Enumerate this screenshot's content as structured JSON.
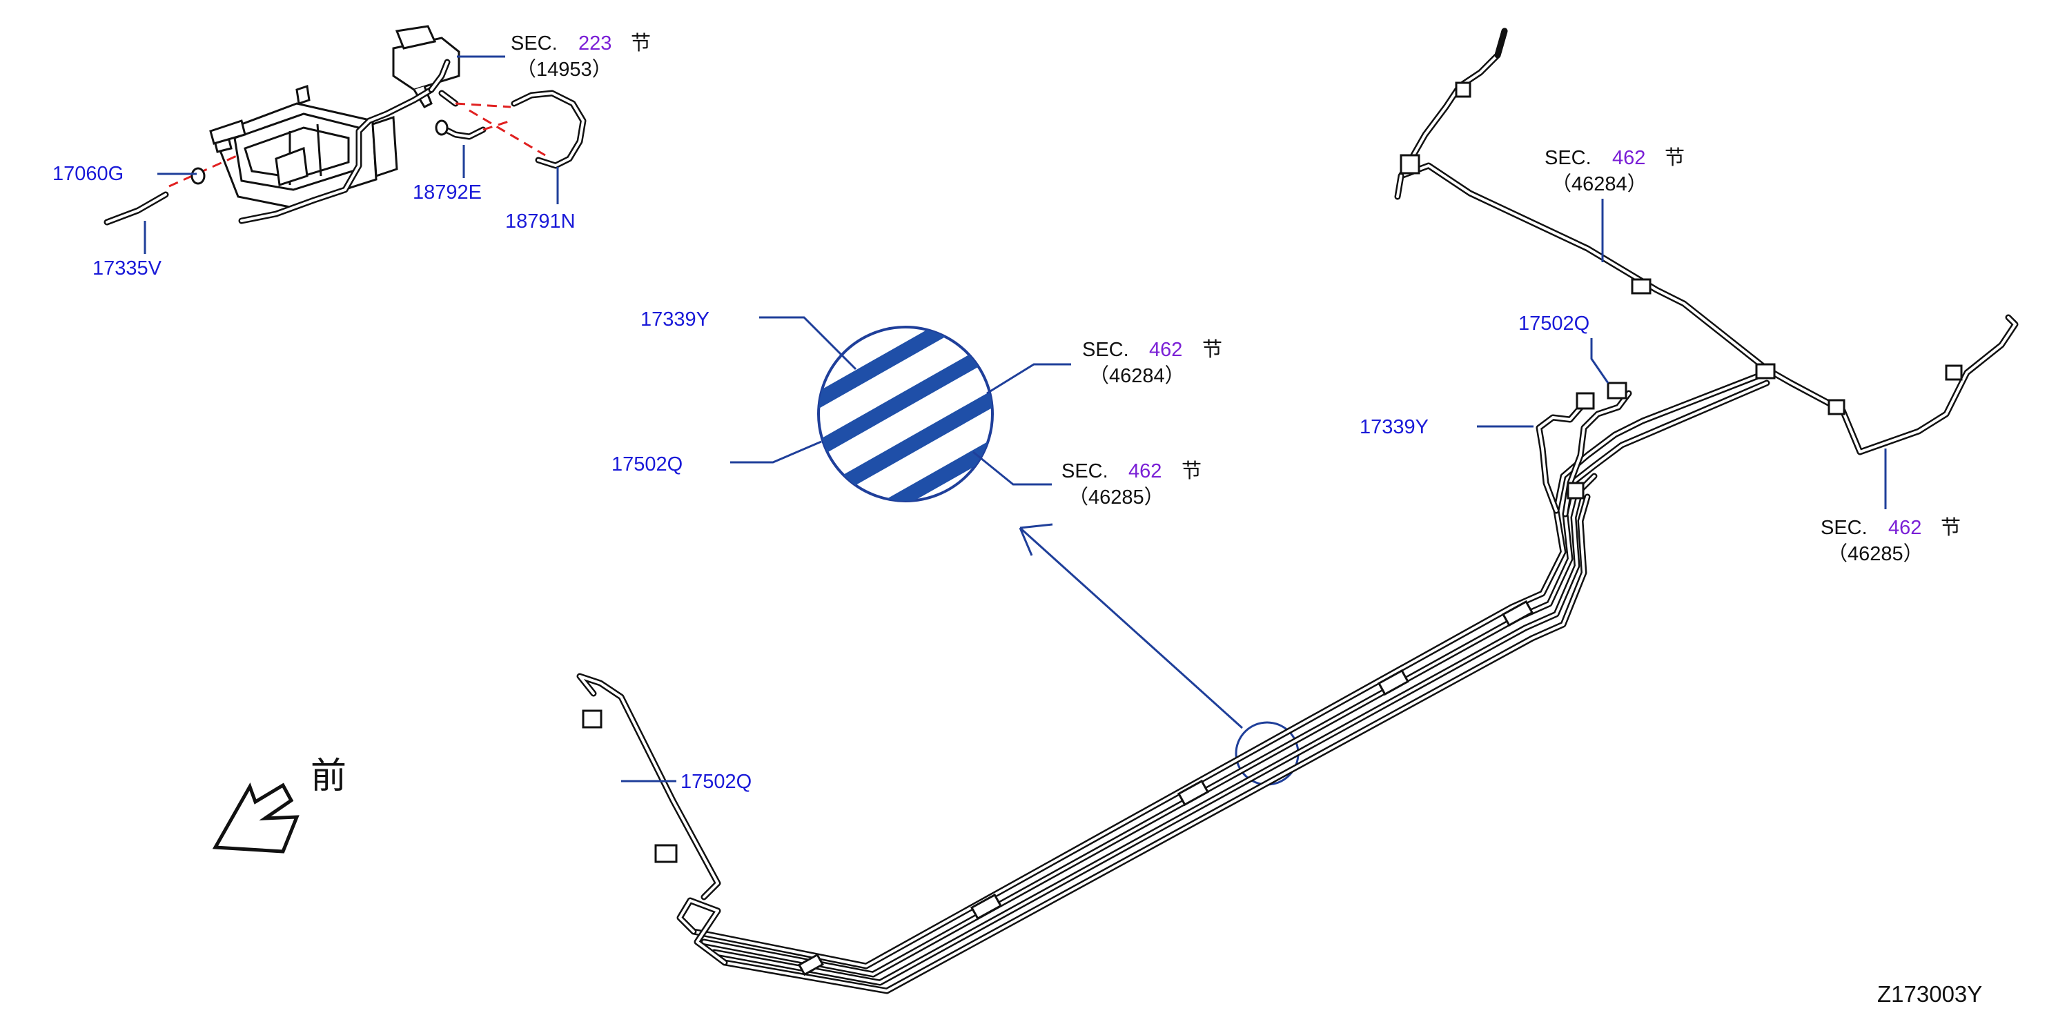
{
  "labels": {
    "p17060G": "17060G",
    "p17335V": "17335V",
    "p18792E": "18792E",
    "p18791N": "18791N",
    "p17339Y_detail": "17339Y",
    "p17502Q_detail": "17502Q",
    "p17502Q_right": "17502Q",
    "p17339Y_right": "17339Y",
    "p17502Q_left": "17502Q"
  },
  "sections": {
    "sec223": {
      "prefix": "SEC.",
      "num": "223",
      "char": "节",
      "ref": "（14953）"
    },
    "sec462_a": {
      "prefix": "SEC.",
      "num": "462",
      "char": "节",
      "ref": "（46284）"
    },
    "sec462_b": {
      "prefix": "SEC.",
      "num": "462",
      "char": "节",
      "ref": "（46285）"
    },
    "sec462_c": {
      "prefix": "SEC.",
      "num": "462",
      "char": "节",
      "ref": "（46284）"
    },
    "sec462_d": {
      "prefix": "SEC.",
      "num": "462",
      "char": "节",
      "ref": "（46285）"
    }
  },
  "front_label": "前",
  "diagram_code": "Z173003Y",
  "colors": {
    "label_blue": "#1a1ad8",
    "section_purple": "#7a1fd6",
    "leader_blue": "#1f3f9a",
    "detail_band_blue": "#1f4fa8",
    "dash_red": "#e02020"
  },
  "icons": {
    "front_arrow": "front-arrow-icon"
  }
}
